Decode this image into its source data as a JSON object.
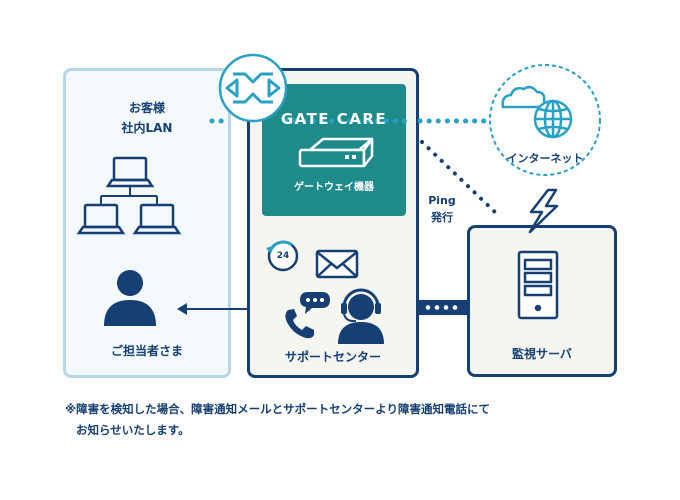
{
  "lan": {
    "title_line1": "お客様",
    "title_line2": "社内LAN",
    "person_label": "ご担当者さま"
  },
  "gateway": {
    "brand": "GATE CARE",
    "device_label": "ゲートウェイ機器"
  },
  "support": {
    "label": "サポートセンター",
    "badge_24": "24"
  },
  "internet": {
    "label": "インターネット"
  },
  "ping": {
    "line1": "Ping",
    "line2": "発行"
  },
  "server": {
    "label": "監視サーバ"
  },
  "note": {
    "line1": "※障害を検知した場合、障害通知メールとサポートセンターより障害通知電話にて",
    "line2": "お知らせいたします。"
  },
  "colors": {
    "navy": "#163f73",
    "teal": "#1f8a8a",
    "cyan": "#2aa1c4",
    "light_border": "#b8d6e6"
  },
  "icons": [
    "laptop-icon",
    "person-icon",
    "server-icon",
    "globe-icon",
    "cloud-icon",
    "lightning-icon",
    "mail-icon",
    "phone-icon",
    "chat-bubble-icon",
    "headset-operator-icon",
    "24h-clock-icon",
    "gate-care-logo-icon",
    "gateway-device-icon"
  ]
}
